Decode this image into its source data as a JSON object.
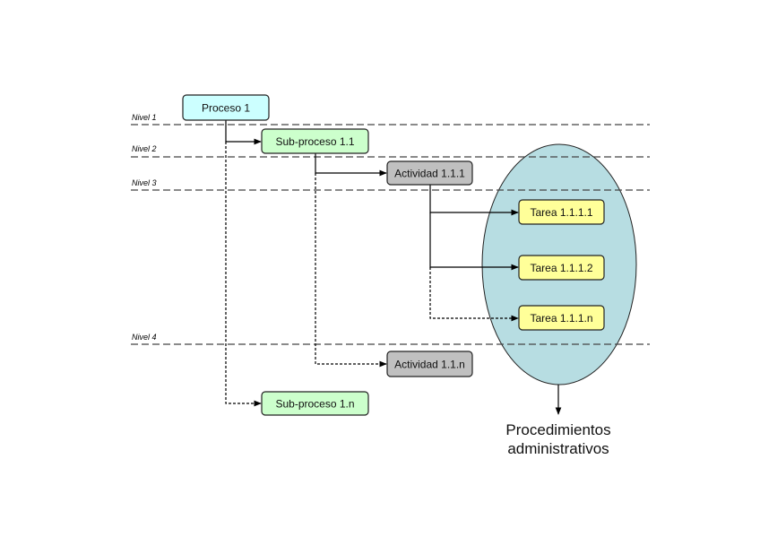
{
  "levels": [
    {
      "label": "Nivel 1"
    },
    {
      "label": "Nivel 2"
    },
    {
      "label": "Nivel 3"
    },
    {
      "label": "Nivel 4"
    }
  ],
  "nodes": {
    "proceso": {
      "label": "Proceso 1",
      "fill": "#ccffff"
    },
    "subproceso_1": {
      "label": "Sub-proceso 1.1",
      "fill": "#ccffcc"
    },
    "subproceso_n": {
      "label": "Sub-proceso 1.n",
      "fill": "#ccffcc"
    },
    "actividad_1": {
      "label": "Actividad 1.1.1",
      "fill": "#c0c0c0"
    },
    "actividad_n": {
      "label": "Actividad 1.1.n",
      "fill": "#c0c0c0"
    },
    "tarea_1": {
      "label": "Tarea 1.1.1.1",
      "fill": "#ffff99"
    },
    "tarea_2": {
      "label": "Tarea 1.1.1.2",
      "fill": "#ffff99"
    },
    "tarea_n": {
      "label": "Tarea 1.1.1.n",
      "fill": "#ffff99"
    }
  },
  "group": {
    "fill": "#b7dde2",
    "caption_line1": "Procedimientos",
    "caption_line2": "administrativos"
  }
}
